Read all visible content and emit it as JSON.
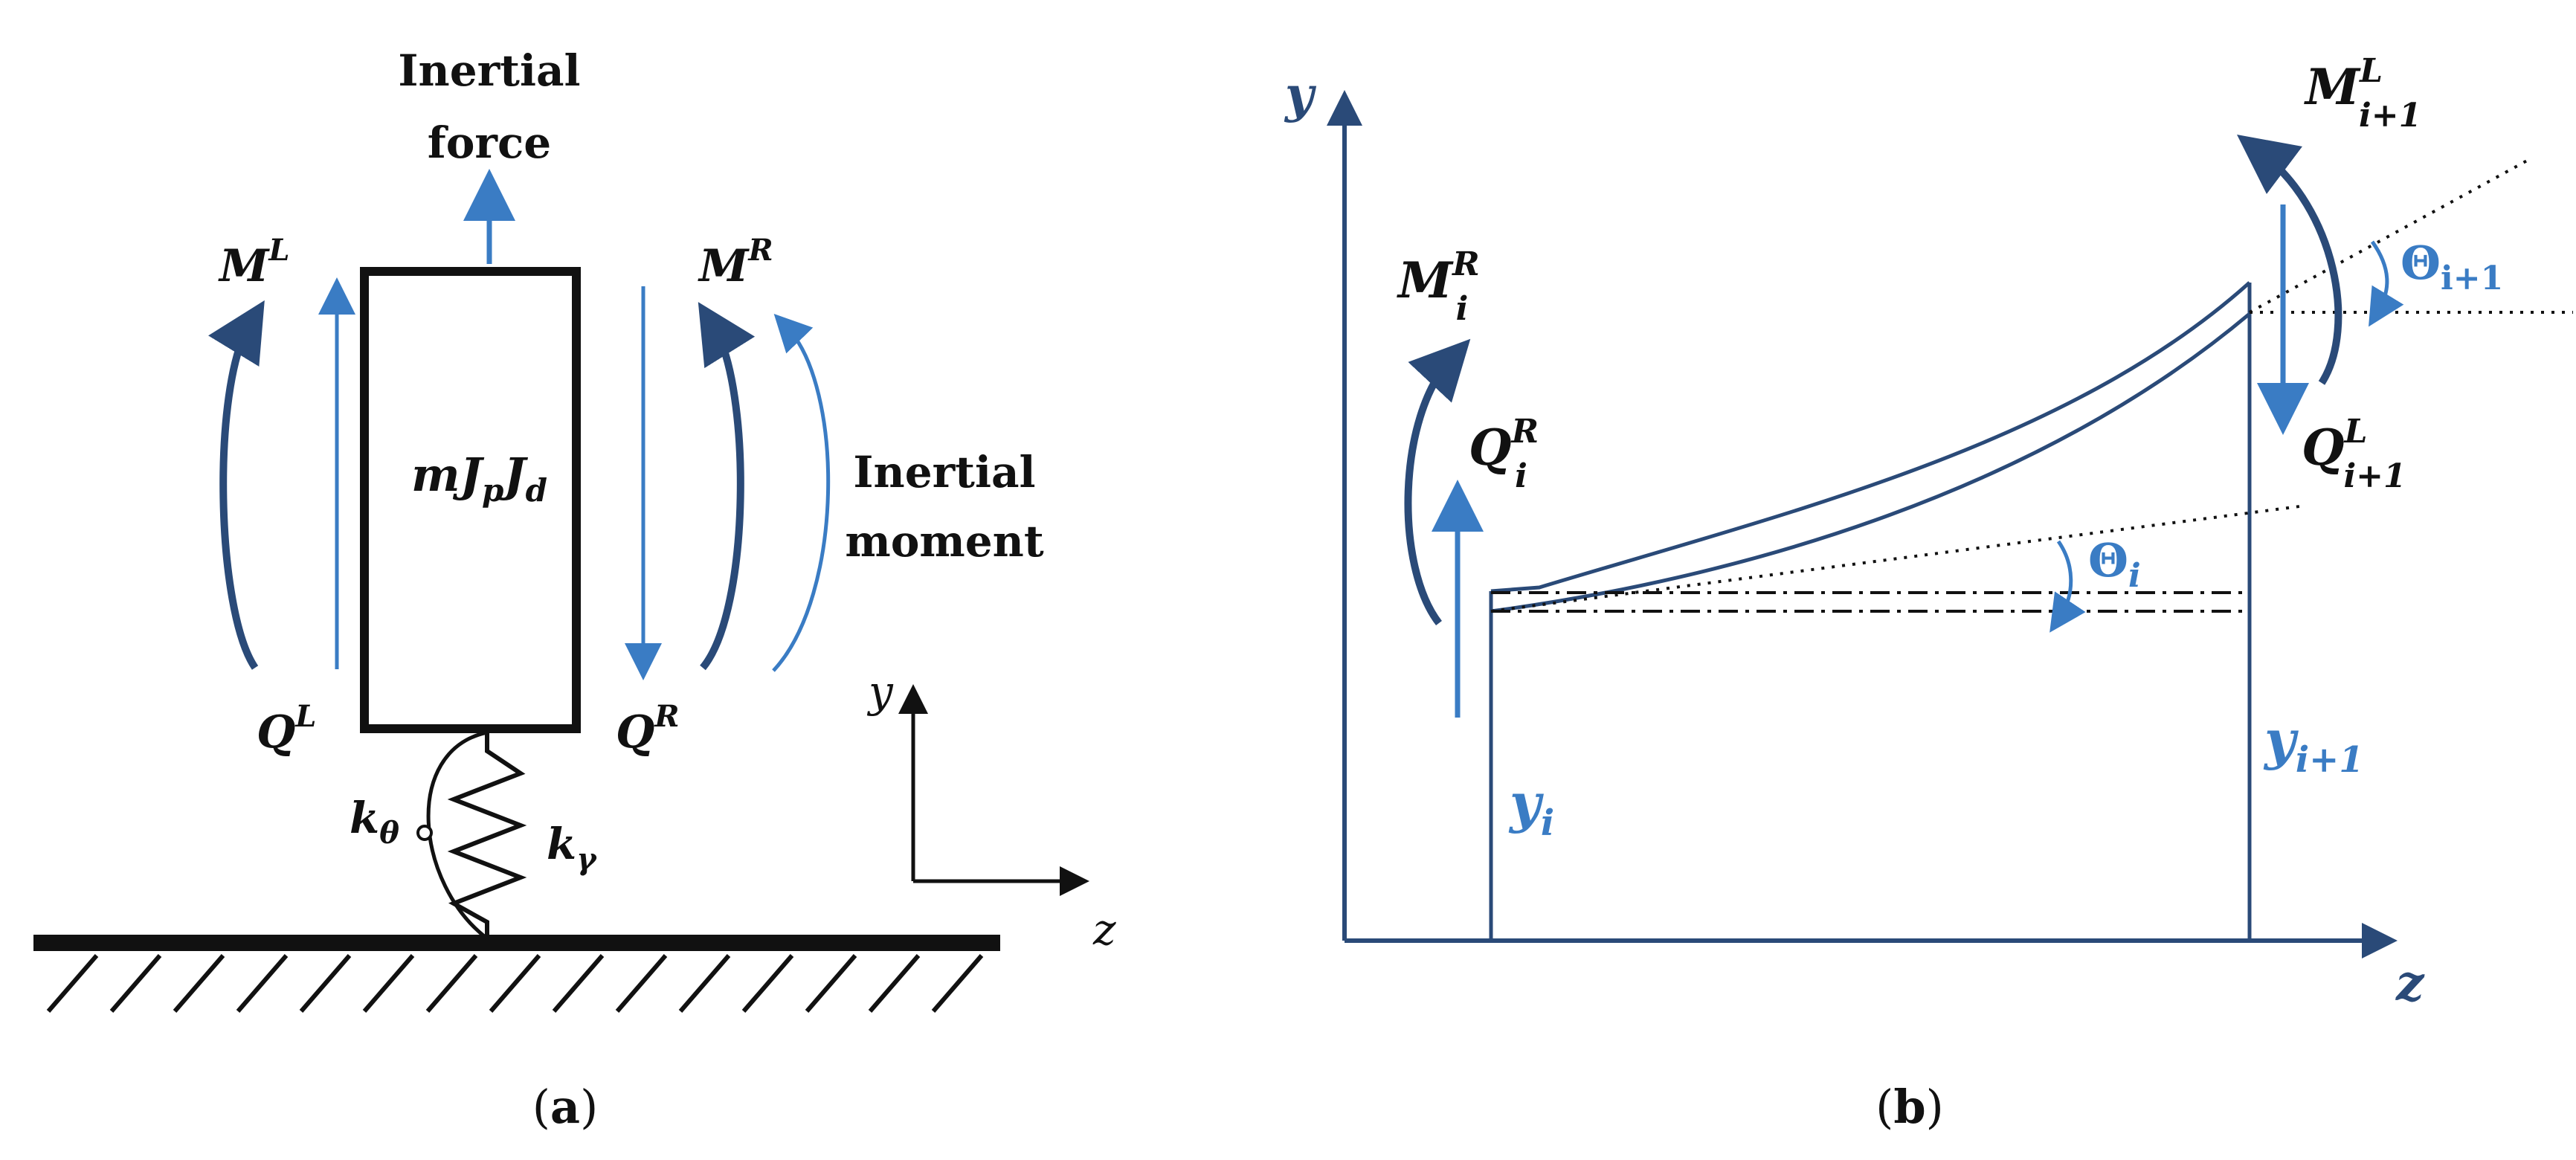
{
  "panel_a": {
    "caption": "(a)",
    "inertial_force": [
      "Inertial",
      "force"
    ],
    "inertial_moment": [
      "Inertial",
      "moment"
    ],
    "mass_label": "mJ",
    "mass_sub1": "p",
    "mass_mid": "J",
    "mass_sub2": "d",
    "ML": "M",
    "ML_sup": "L",
    "MR": "M",
    "MR_sup": "R",
    "QL": "Q",
    "QL_sup": "L",
    "QR": "Q",
    "QR_sup": "R",
    "k_theta": "k",
    "k_theta_sub": "θ",
    "k_gamma": "k",
    "k_gamma_sub": "γ",
    "axis_y": "y",
    "axis_z": "z"
  },
  "panel_b": {
    "caption": "(b)",
    "axis_y": "y",
    "axis_z": "z",
    "Mi": "M",
    "Mi_sup": "R",
    "Mi_sub": "i",
    "Qi": "Q",
    "Qi_sup": "R",
    "Qi_sub": "i",
    "Mi1": "M",
    "Mi1_sup": "L",
    "Mi1_sub": "i+1",
    "Qi1": "Q",
    "Qi1_sup": "L",
    "Qi1_sub": "i+1",
    "theta_i": "Θ",
    "theta_i_sub": "i",
    "theta_i1": "Θ",
    "theta_i1_sub": "i+1",
    "y_i": "y",
    "y_i_sub": "i",
    "y_i1": "y",
    "y_i1_sub": "i+1"
  },
  "colors": {
    "blue": "#3a7cc4",
    "navy": "#2a4a78",
    "black": "#111111"
  }
}
